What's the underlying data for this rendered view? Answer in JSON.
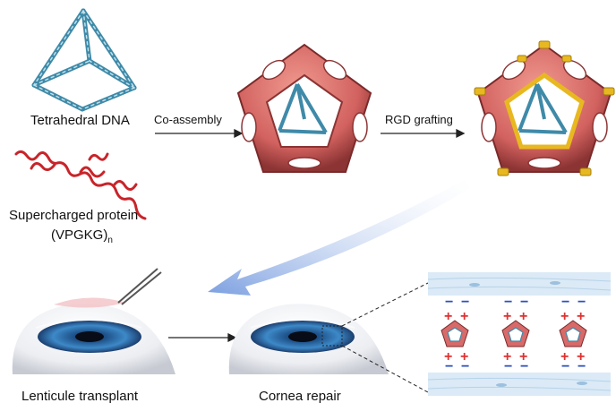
{
  "labels": {
    "tetrahedral_dna": "Tetrahedral DNA",
    "supercharged_protein": "Supercharged protein",
    "vpgkg": "(VPGKG)",
    "vpgkg_sub": "n",
    "co_assembly": "Co-assembly",
    "rgd_grafting": "RGD grafting",
    "lenticule_transplant": "Lenticule transplant",
    "cornea_repair": "Cornea repair"
  },
  "charges": {
    "plus": "+",
    "minus": "−"
  },
  "colors": {
    "dna": "#3f8aa8",
    "cage": "#d86a6a",
    "cage_dark": "#a94848",
    "protein": "#c8242a",
    "rgd": "#e8b820",
    "arrow_blue": "#8aaee6",
    "tissue": "#dbeaf6",
    "iris": "#2f6fa6",
    "plus_color": "#e03030",
    "minus_color": "#2b4fc0"
  }
}
